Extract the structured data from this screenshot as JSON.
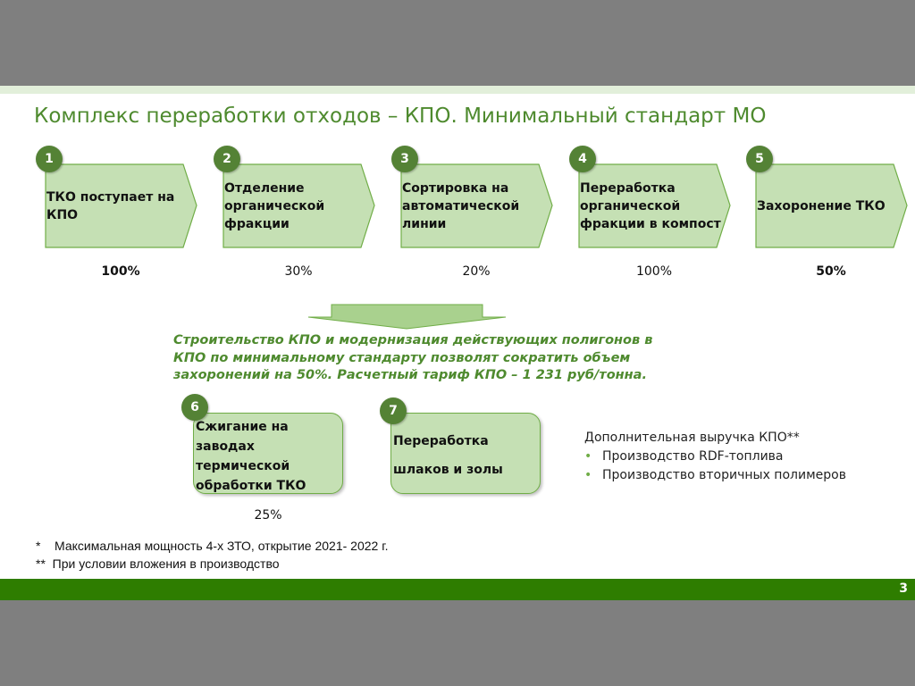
{
  "title": "Комплекс переработки отходов – КПО. Минимальный стандарт МО",
  "steps": [
    {
      "num": "1",
      "label": "ТКО поступает на КПО",
      "pct": "100%"
    },
    {
      "num": "2",
      "label": "Отделение органической фракции",
      "pct": "30%"
    },
    {
      "num": "3",
      "label": "Сортировка на автоматической линии",
      "pct": "20%"
    },
    {
      "num": "4",
      "label": "Переработка органической фракции в компост",
      "pct": "100%"
    },
    {
      "num": "5",
      "label": "Захоронение ТКО",
      "pct": "50%"
    }
  ],
  "note": "Строительство КПО и модернизация действующих полигонов в КПО по минимальному стандарту позволят сократить объем захоронений на 50%. Расчетный тариф КПО – 1 231 руб/тонна.",
  "box6": {
    "num": "6",
    "label": "Сжигание на заводах термической обработки ТКО",
    "pct": "25%"
  },
  "box7": {
    "num": "7",
    "line1": "Переработка",
    "line2": "шлаков и золы"
  },
  "extra": {
    "heading": "Дополнительная выручка КПО**",
    "items": [
      "Производство RDF-топлива",
      "Производство вторичных полимеров"
    ]
  },
  "footnotes": [
    "*    Максимальная мощность 4-х ЗТО, открытие 2021- 2022 г.",
    "**  При условии вложения в производство"
  ],
  "page": "3",
  "colors": {
    "accent": "#4e8a2e",
    "box_fill": "#c5e0b4",
    "circle": "#548235",
    "bar": "#2e7d00"
  }
}
